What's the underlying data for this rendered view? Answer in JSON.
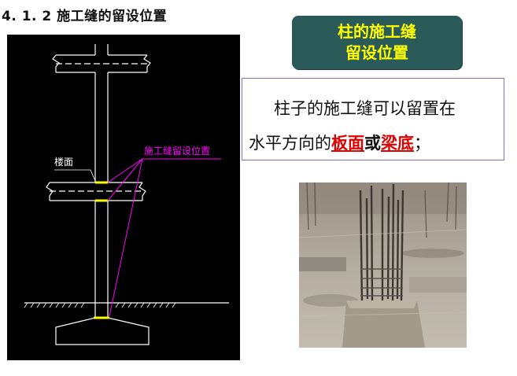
{
  "heading": "4. 1. 2  施工缝的留设位置",
  "diagram": {
    "floor_label": "楼面",
    "joint_label": "施工缝留设位置"
  },
  "title_box": {
    "line1": "柱的施工缝",
    "line2": "留设位置"
  },
  "description": {
    "line1": "柱子的施工缝可以留置在",
    "line2_prefix": "水平方向的",
    "highlight1": "板面",
    "connector": "或",
    "highlight2": "梁底",
    "suffix": "；"
  },
  "colors": {
    "title_bg": "#2a5b59",
    "title_text": "#ffff00",
    "highlight": "#e00000",
    "cad_bg": "#000000",
    "cad_line": "#ffffff",
    "cad_label": "#ff00ff",
    "cad_joint": "#ffff00"
  }
}
